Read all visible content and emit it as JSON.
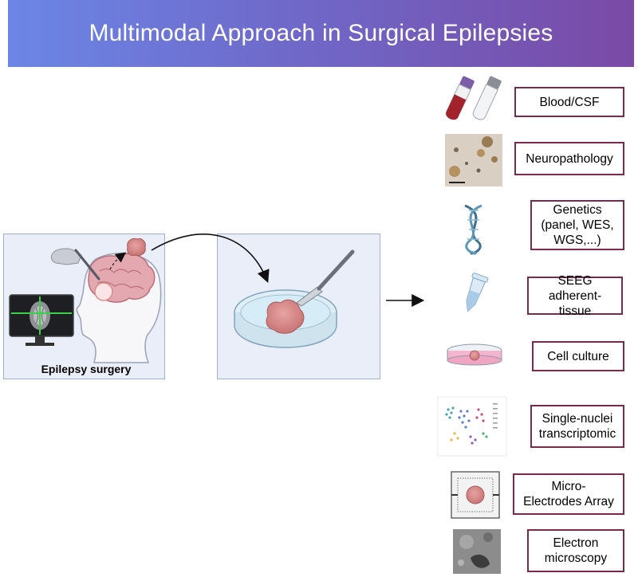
{
  "title": "Multimodal Approach in Surgical Epilepsies",
  "surgery_caption": "Epilepsy surgery",
  "modalities": [
    {
      "label": "Blood/CSF",
      "icon": "blood-csf-tubes-icon"
    },
    {
      "label": "Neuropathology",
      "icon": "histology-slide-icon"
    },
    {
      "label": "Genetics\n(panel, WES,\nWGS,...)",
      "icon": "dna-helix-icon"
    },
    {
      "label": "SEEG adherent-\ntissue",
      "icon": "eppendorf-tube-icon"
    },
    {
      "label": "Cell culture",
      "icon": "petri-dish-icon"
    },
    {
      "label": "Single-nuclei\ntranscriptomic",
      "icon": "umap-scatter-icon"
    },
    {
      "label": "Micro-\nElectrodes Array",
      "icon": "mea-chip-icon"
    },
    {
      "label": "Electron\nmicroscopy",
      "icon": "em-image-icon"
    }
  ],
  "colors": {
    "banner_start": "#6b86e6",
    "banner_end": "#7a4aa6",
    "panel_fill": "#e9eef8",
    "panel_border": "#9db1d6",
    "label_border": "#7a2a4a",
    "tissue": "#d88b8b"
  }
}
